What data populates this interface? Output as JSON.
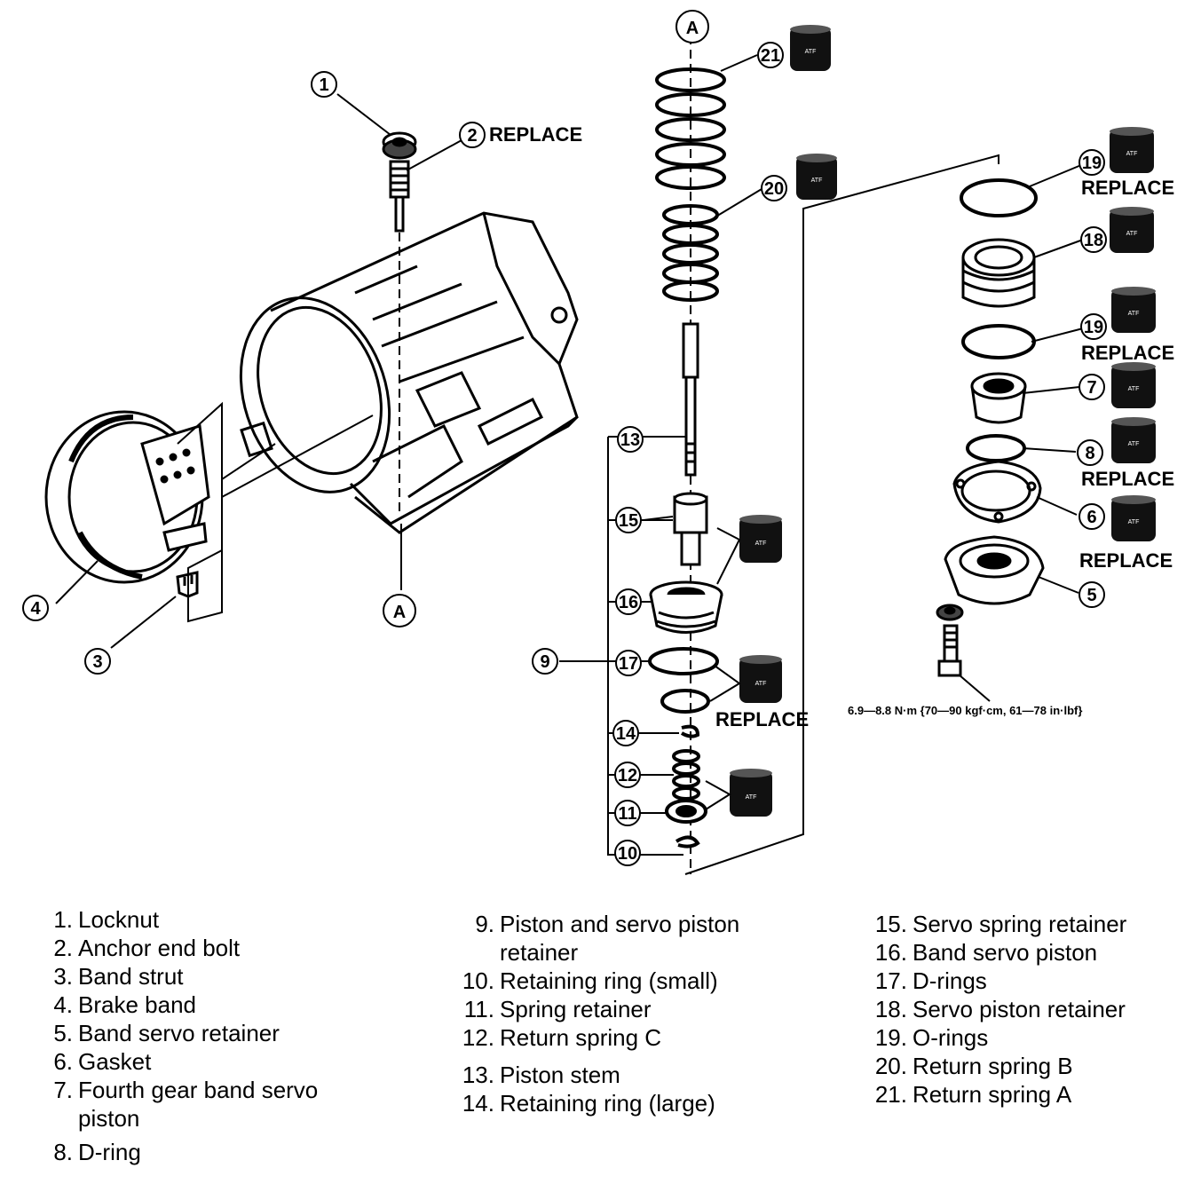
{
  "callouts": [
    "1",
    "2",
    "3",
    "4",
    "5",
    "6",
    "7",
    "8",
    "9",
    "10",
    "11",
    "12",
    "13",
    "14",
    "15",
    "16",
    "17",
    "18",
    "19",
    "20",
    "21"
  ],
  "ref_marker": "A",
  "replace_label": "REPLACE",
  "atf_label": "ATF",
  "torque_spec": "6.9—8.8 N·m {70—90 kgf·cm, 61—78 in·lbf}",
  "legend": {
    "col1": [
      {
        "num": "1.",
        "text": "Locknut"
      },
      {
        "num": "2.",
        "text": "Anchor end bolt"
      },
      {
        "num": "3.",
        "text": "Band strut"
      },
      {
        "num": "4.",
        "text": "Brake band"
      },
      {
        "num": "5.",
        "text": "Band servo retainer"
      },
      {
        "num": "6.",
        "text": "Gasket"
      },
      {
        "num": "7.",
        "text": "Fourth gear band servo piston"
      },
      {
        "num": "8.",
        "text": "D-ring"
      }
    ],
    "col2": [
      {
        "num": "9.",
        "text": "Piston and servo piston retainer"
      },
      {
        "num": "10.",
        "text": "Retaining ring (small)"
      },
      {
        "num": "11.",
        "text": "Spring retainer"
      },
      {
        "num": "12.",
        "text": "Return spring C"
      },
      {
        "num": "13.",
        "text": "Piston stem"
      },
      {
        "num": "14.",
        "text": "Retaining ring (large)"
      }
    ],
    "col3": [
      {
        "num": "15.",
        "text": "Servo spring retainer"
      },
      {
        "num": "16.",
        "text": "Band servo piston"
      },
      {
        "num": "17.",
        "text": "D-rings"
      },
      {
        "num": "18.",
        "text": "Servo piston retainer"
      },
      {
        "num": "19.",
        "text": "O-rings"
      },
      {
        "num": "20.",
        "text": "Return spring B"
      },
      {
        "num": "21.",
        "text": "Return spring A"
      }
    ]
  }
}
